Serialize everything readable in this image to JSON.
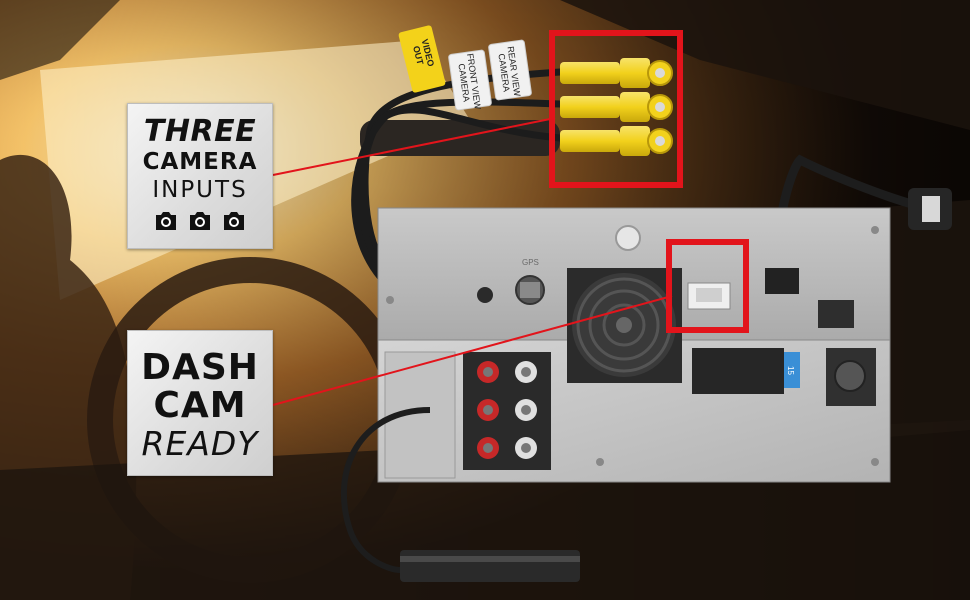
{
  "badges": {
    "three_camera": {
      "line1": "THREE",
      "line2": "CAMERA",
      "line3": "INPUTS",
      "icons": [
        "camera-icon",
        "camera-icon",
        "camera-icon"
      ]
    },
    "dash_cam": {
      "line1": "DASH",
      "line2": "CAM",
      "line3": "READY"
    }
  },
  "cable_tags": {
    "video_out": "VIDEO\nOUT",
    "front_view": "FRONT VIEW\nCAMERA",
    "rear_view": "REAR VIEW\nCAMERA"
  },
  "unit_labels": {
    "gps": "GPS",
    "fuse": "15"
  },
  "colors": {
    "highlight": "#e2141b",
    "rca_yellow": "#f2d11c",
    "video_out_tag": "#f3d21a"
  }
}
